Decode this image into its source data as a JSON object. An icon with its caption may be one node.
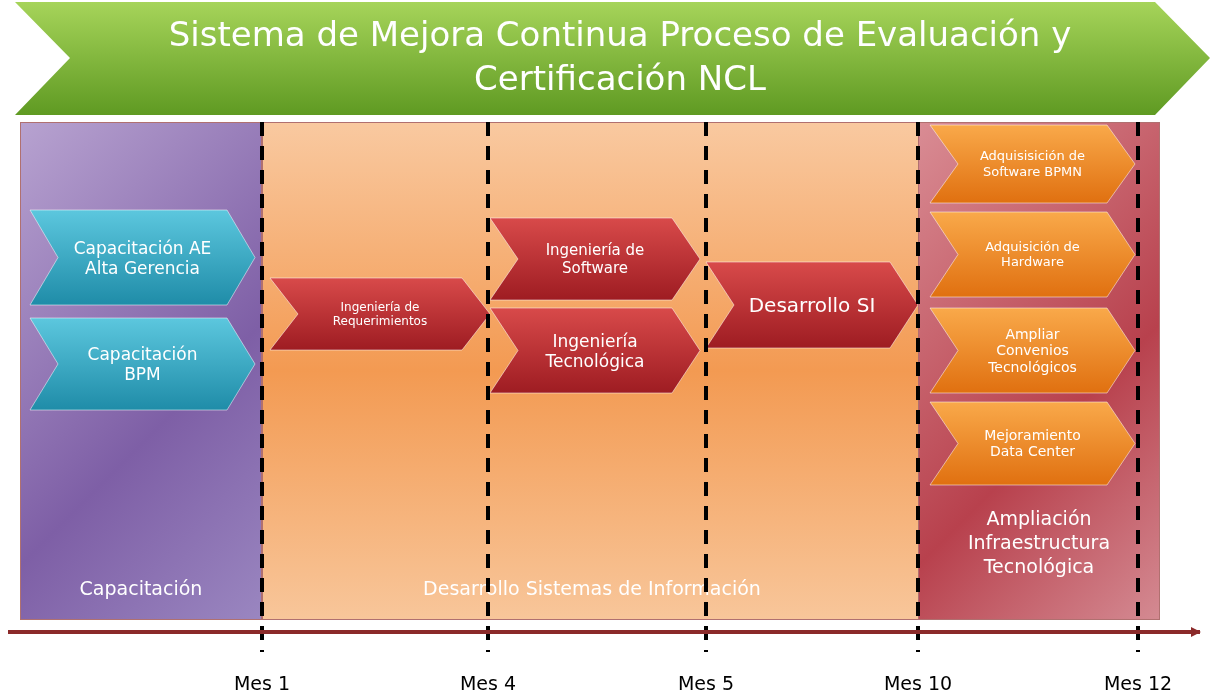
{
  "diagram": {
    "title": "Sistema de Mejora Continua Proceso de Evaluación y Certificación NCL",
    "nodes": [
      {
        "text": [
          "Capacitación"
        ]
      },
      {
        "text": [
          "Capacitación AE Alta Gerencia"
        ],
        "in": 0
      },
      {
        "text": [
          "Capacitación BPM"
        ],
        "in": 0
      },
      {
        "text": [
          "Desarrollo Sistemas de Información"
        ]
      },
      {
        "text": [
          "Ingeniería de Requerimientos"
        ],
        "in": 3
      },
      {
        "text": [
          "Ingeniería de Software"
        ],
        "in": 3
      },
      {
        "text": [
          "Ingeniería Tecnológica"
        ],
        "in": 3
      },
      {
        "text": [
          "Desarrollo SI"
        ],
        "in": 3
      },
      {
        "text": [
          "Ampliación Infraestructura Tecnológica"
        ]
      },
      {
        "text": [
          "Adquisisición de Software BPMN"
        ],
        "in": 8
      },
      {
        "text": [
          "Adquisición de Hardware"
        ],
        "in": 8
      },
      {
        "text": [
          "Ampliar Convenios Tecnológicos"
        ],
        "in": 8
      },
      {
        "text": [
          "Mejoramiento Data Center"
        ],
        "in": 8
      }
    ],
    "labels": [
      "Mes 1",
      "Mes 4",
      "Mes 5",
      "Mes 10",
      "Mes 12"
    ]
  }
}
